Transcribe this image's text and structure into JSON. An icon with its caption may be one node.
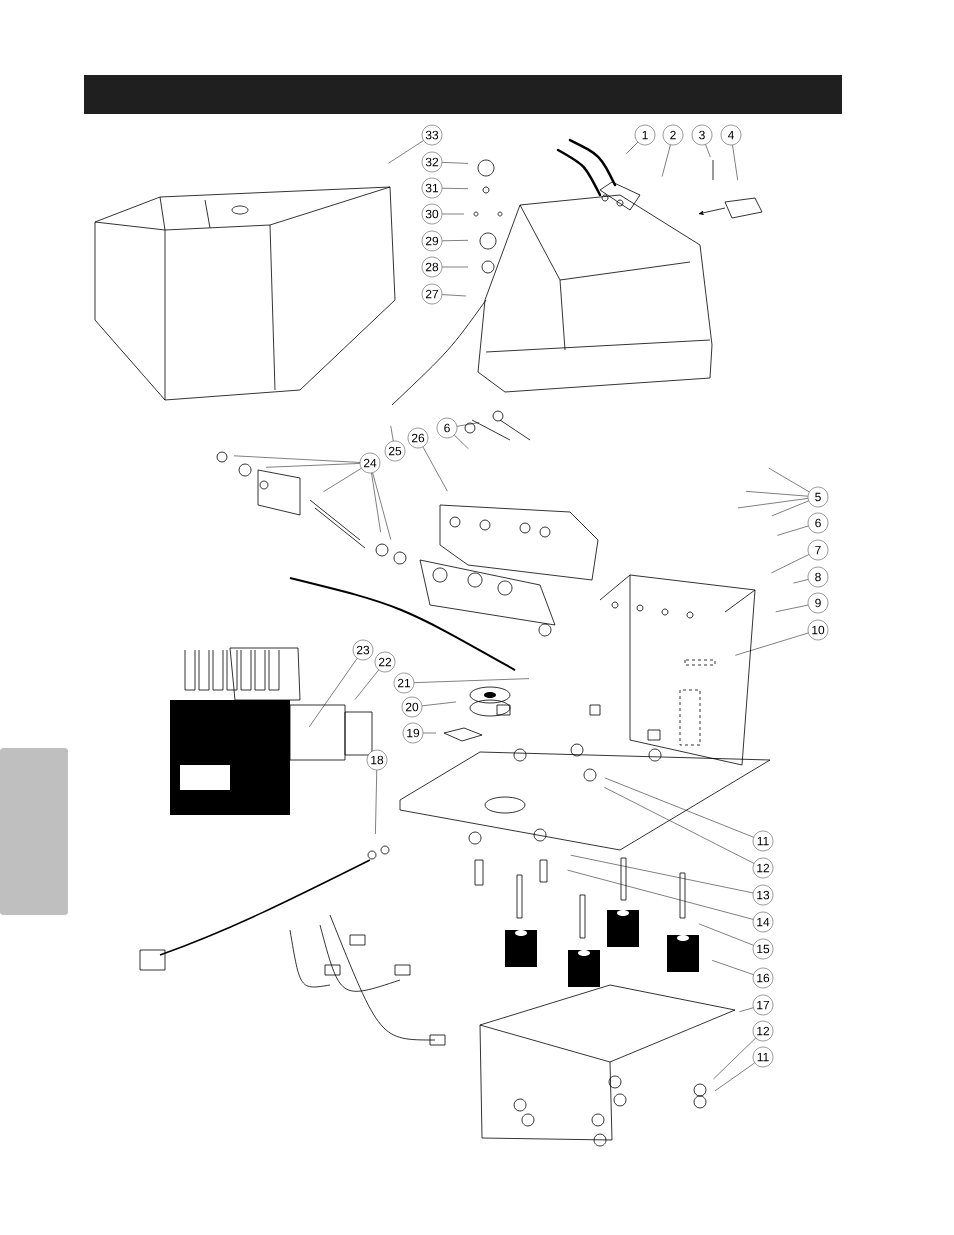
{
  "diagram": {
    "nodes": [
      {
        "text": [
          "33"
        ]
      },
      {
        "text": [
          "1"
        ]
      },
      {
        "text": [
          "2"
        ]
      },
      {
        "text": [
          "3"
        ]
      },
      {
        "text": [
          "4"
        ]
      },
      {
        "text": [
          "32"
        ]
      },
      {
        "text": [
          "31"
        ]
      },
      {
        "text": [
          "30"
        ]
      },
      {
        "text": [
          "29"
        ]
      },
      {
        "text": [
          "28"
        ]
      },
      {
        "text": [
          "27"
        ]
      },
      {
        "text": [
          "6"
        ]
      },
      {
        "text": [
          "26"
        ]
      },
      {
        "text": [
          "25"
        ]
      },
      {
        "text": [
          "24"
        ]
      },
      {
        "text": [
          "5"
        ]
      },
      {
        "text": [
          "6"
        ]
      },
      {
        "text": [
          "7"
        ]
      },
      {
        "text": [
          "8"
        ]
      },
      {
        "text": [
          "9"
        ]
      },
      {
        "text": [
          "10"
        ]
      },
      {
        "text": [
          "23"
        ]
      },
      {
        "text": [
          "22"
        ]
      },
      {
        "text": [
          "21"
        ]
      },
      {
        "text": [
          "20"
        ]
      },
      {
        "text": [
          "19"
        ]
      },
      {
        "text": [
          "18"
        ]
      },
      {
        "text": [
          "11"
        ]
      },
      {
        "text": [
          "12"
        ]
      },
      {
        "text": [
          "13"
        ]
      },
      {
        "text": [
          "14"
        ]
      },
      {
        "text": [
          "15"
        ]
      },
      {
        "text": [
          "16"
        ]
      },
      {
        "text": [
          "17"
        ]
      },
      {
        "text": [
          "12"
        ]
      },
      {
        "text": [
          "11"
        ]
      },
      {
        "text": [],
        "shape": "bar"
      },
      {
        "text": [],
        "shape": "box"
      }
    ],
    "edges": [
      {
        "from": 0,
        "to": null,
        "arrow": "none"
      },
      {
        "from": 1,
        "to": null,
        "arrow": "none"
      },
      {
        "from": 2,
        "to": null,
        "arrow": "none"
      },
      {
        "from": 3,
        "to": null,
        "arrow": "none"
      },
      {
        "from": 4,
        "to": null,
        "arrow": "none"
      },
      {
        "from": 5,
        "to": null,
        "arrow": "none"
      },
      {
        "from": 6,
        "to": null,
        "arrow": "none"
      },
      {
        "from": 7,
        "to": null,
        "arrow": "none"
      },
      {
        "from": 8,
        "to": null,
        "arrow": "none"
      },
      {
        "from": 9,
        "to": null,
        "arrow": "none"
      },
      {
        "from": 10,
        "to": null,
        "arrow": "none"
      },
      {
        "from": 11,
        "to": null,
        "arrow": "none"
      },
      {
        "from": 11,
        "to": null,
        "arrow": "none"
      },
      {
        "from": 12,
        "to": null,
        "arrow": "none"
      },
      {
        "from": 13,
        "to": null,
        "arrow": "none"
      },
      {
        "from": 14,
        "to": null,
        "arrow": "none"
      },
      {
        "from": 14,
        "to": null,
        "arrow": "none"
      },
      {
        "from": 14,
        "to": null,
        "arrow": "none"
      },
      {
        "from": 14,
        "to": null,
        "arrow": "none"
      },
      {
        "from": 14,
        "to": null,
        "arrow": "none"
      },
      {
        "from": 15,
        "to": null,
        "arrow": "none"
      },
      {
        "from": 15,
        "to": null,
        "arrow": "none"
      },
      {
        "from": 15,
        "to": null,
        "arrow": "none"
      },
      {
        "from": 15,
        "to": null,
        "arrow": "none"
      },
      {
        "from": 16,
        "to": null,
        "arrow": "none"
      },
      {
        "from": 17,
        "to": null,
        "arrow": "none"
      },
      {
        "from": 18,
        "to": null,
        "arrow": "none"
      },
      {
        "from": 19,
        "to": null,
        "arrow": "none"
      },
      {
        "from": 20,
        "to": null,
        "arrow": "none"
      },
      {
        "from": 21,
        "to": null,
        "arrow": "none"
      },
      {
        "from": 22,
        "to": null,
        "arrow": "none"
      },
      {
        "from": 23,
        "to": null,
        "arrow": "none"
      },
      {
        "from": 24,
        "to": null,
        "arrow": "none"
      },
      {
        "from": 25,
        "to": null,
        "arrow": "none"
      },
      {
        "from": 26,
        "to": null,
        "arrow": "none"
      },
      {
        "from": 27,
        "to": null,
        "arrow": "none"
      },
      {
        "from": 28,
        "to": null,
        "arrow": "none"
      },
      {
        "from": 29,
        "to": null,
        "arrow": "none"
      },
      {
        "from": 30,
        "to": null,
        "arrow": "none"
      },
      {
        "from": 31,
        "to": null,
        "arrow": "none"
      },
      {
        "from": 32,
        "to": null,
        "arrow": "none"
      },
      {
        "from": 33,
        "to": null,
        "arrow": "none"
      },
      {
        "from": 34,
        "to": null,
        "arrow": "none"
      },
      {
        "from": 35,
        "to": null,
        "arrow": "none"
      }
    ]
  }
}
